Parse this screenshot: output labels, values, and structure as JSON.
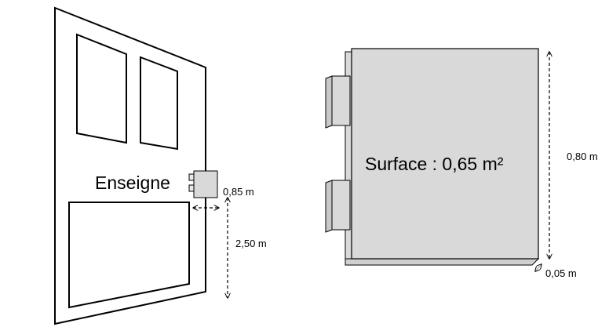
{
  "facade": {
    "sign_label": "Enseigne",
    "dim_projection": "0,85 m",
    "dim_height_above_ground": "2,50 m"
  },
  "sign_detail": {
    "surface_label": "Surface : 0,65 m²",
    "dim_height": "0,80 m",
    "dim_thickness": "0,05 m"
  }
}
